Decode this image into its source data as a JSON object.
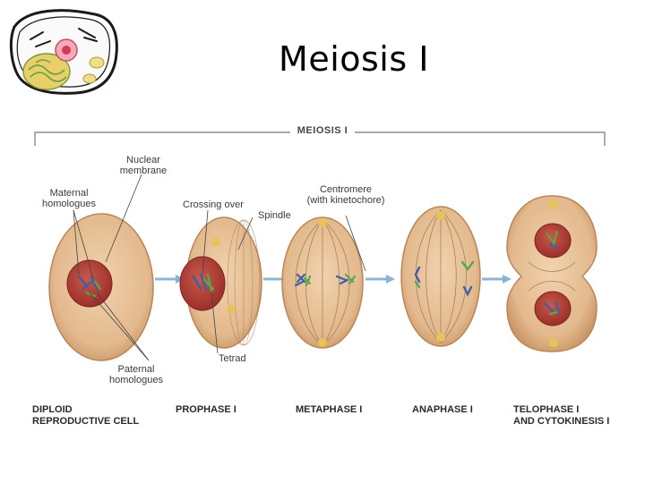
{
  "slide": {
    "title": "Meiosis I"
  },
  "figure": {
    "header": "MEIOSIS I",
    "callouts": {
      "nuclear_membrane": [
        "Nuclear",
        "membrane"
      ],
      "maternal_homologues": [
        "Maternal",
        "homologues"
      ],
      "crossing_over": "Crossing over",
      "centromere": [
        "Centromere",
        "(with kinetochore)"
      ],
      "spindle": "Spindle",
      "tetrad": "Tetrad",
      "paternal_homologues": [
        "Paternal",
        "homologues"
      ]
    },
    "stages": [
      {
        "line1": "DIPLOID",
        "line2": "REPRODUCTIVE CELL"
      },
      {
        "line1": "PROPHASE I",
        "line2": ""
      },
      {
        "line1": "METAPHASE I",
        "line2": ""
      },
      {
        "line1": "ANAPHASE I",
        "line2": ""
      },
      {
        "line1": "TELOPHASE I",
        "line2": "AND CYTOKINESIS I"
      }
    ]
  },
  "colors": {
    "cell_fill": "#e8c09a",
    "cell_edge": "#b98659",
    "nucleus": "#b8403a",
    "maternal_chromosome": "#3e5fa8",
    "paternal_chromosome": "#5aa64a",
    "arrow": "#8ab4d6",
    "spindle": "#a4825c"
  }
}
